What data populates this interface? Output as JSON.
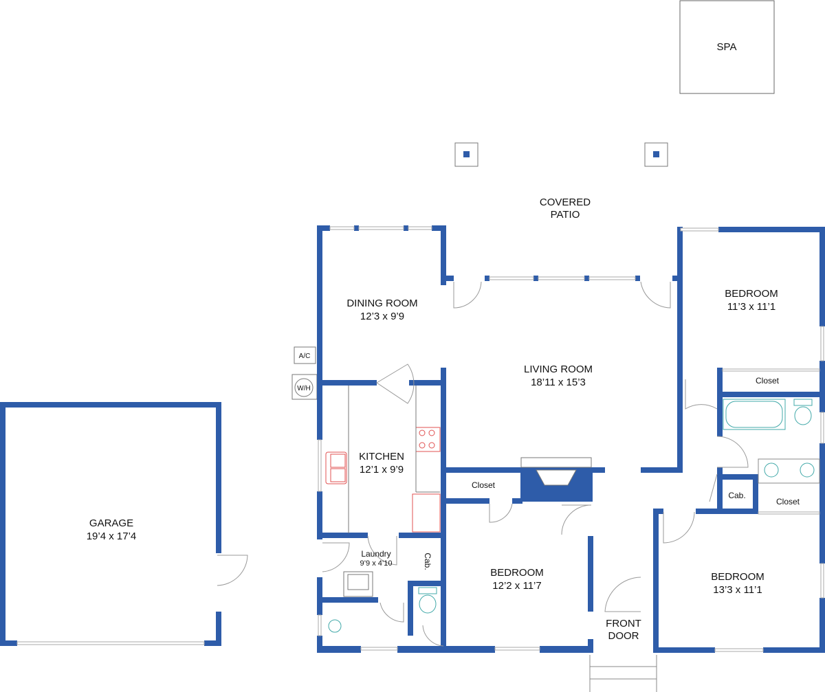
{
  "rooms": {
    "spa": {
      "name": "SPA"
    },
    "patio": {
      "line1": "COVERED",
      "line2": "PATIO"
    },
    "dining": {
      "name": "DINING ROOM",
      "size": "12’3 x 9’9"
    },
    "living": {
      "name": "LIVING ROOM",
      "size": "18’11 x 15’3"
    },
    "bedroom_ne": {
      "name": "BEDROOM",
      "size": "11’3 x 11’1"
    },
    "kitchen": {
      "name": "KITCHEN",
      "size": "12’1 x 9’9"
    },
    "garage": {
      "name": "GARAGE",
      "size": "19’4 x 17’4"
    },
    "laundry": {
      "name": "Laundry",
      "size": "9’9 x 4’10"
    },
    "bedroom_s": {
      "name": "BEDROOM",
      "size": "12’2 x 11’7"
    },
    "bedroom_se": {
      "name": "BEDROOM",
      "size": "13’3 x 11’1"
    },
    "front_door": {
      "line1": "FRONT",
      "line2": "DOOR"
    }
  },
  "labels": {
    "ac": "A/C",
    "wh": "W/H",
    "closet_center": "Closet",
    "closet_ne": "Closet",
    "closet_se": "Closet",
    "cab_hall": "Cab.",
    "cab_laundry": "Cab."
  },
  "colors": {
    "wall": "#2e5ca9",
    "fixture_red": "#e05050",
    "fixture_teal": "#40a8a8"
  }
}
